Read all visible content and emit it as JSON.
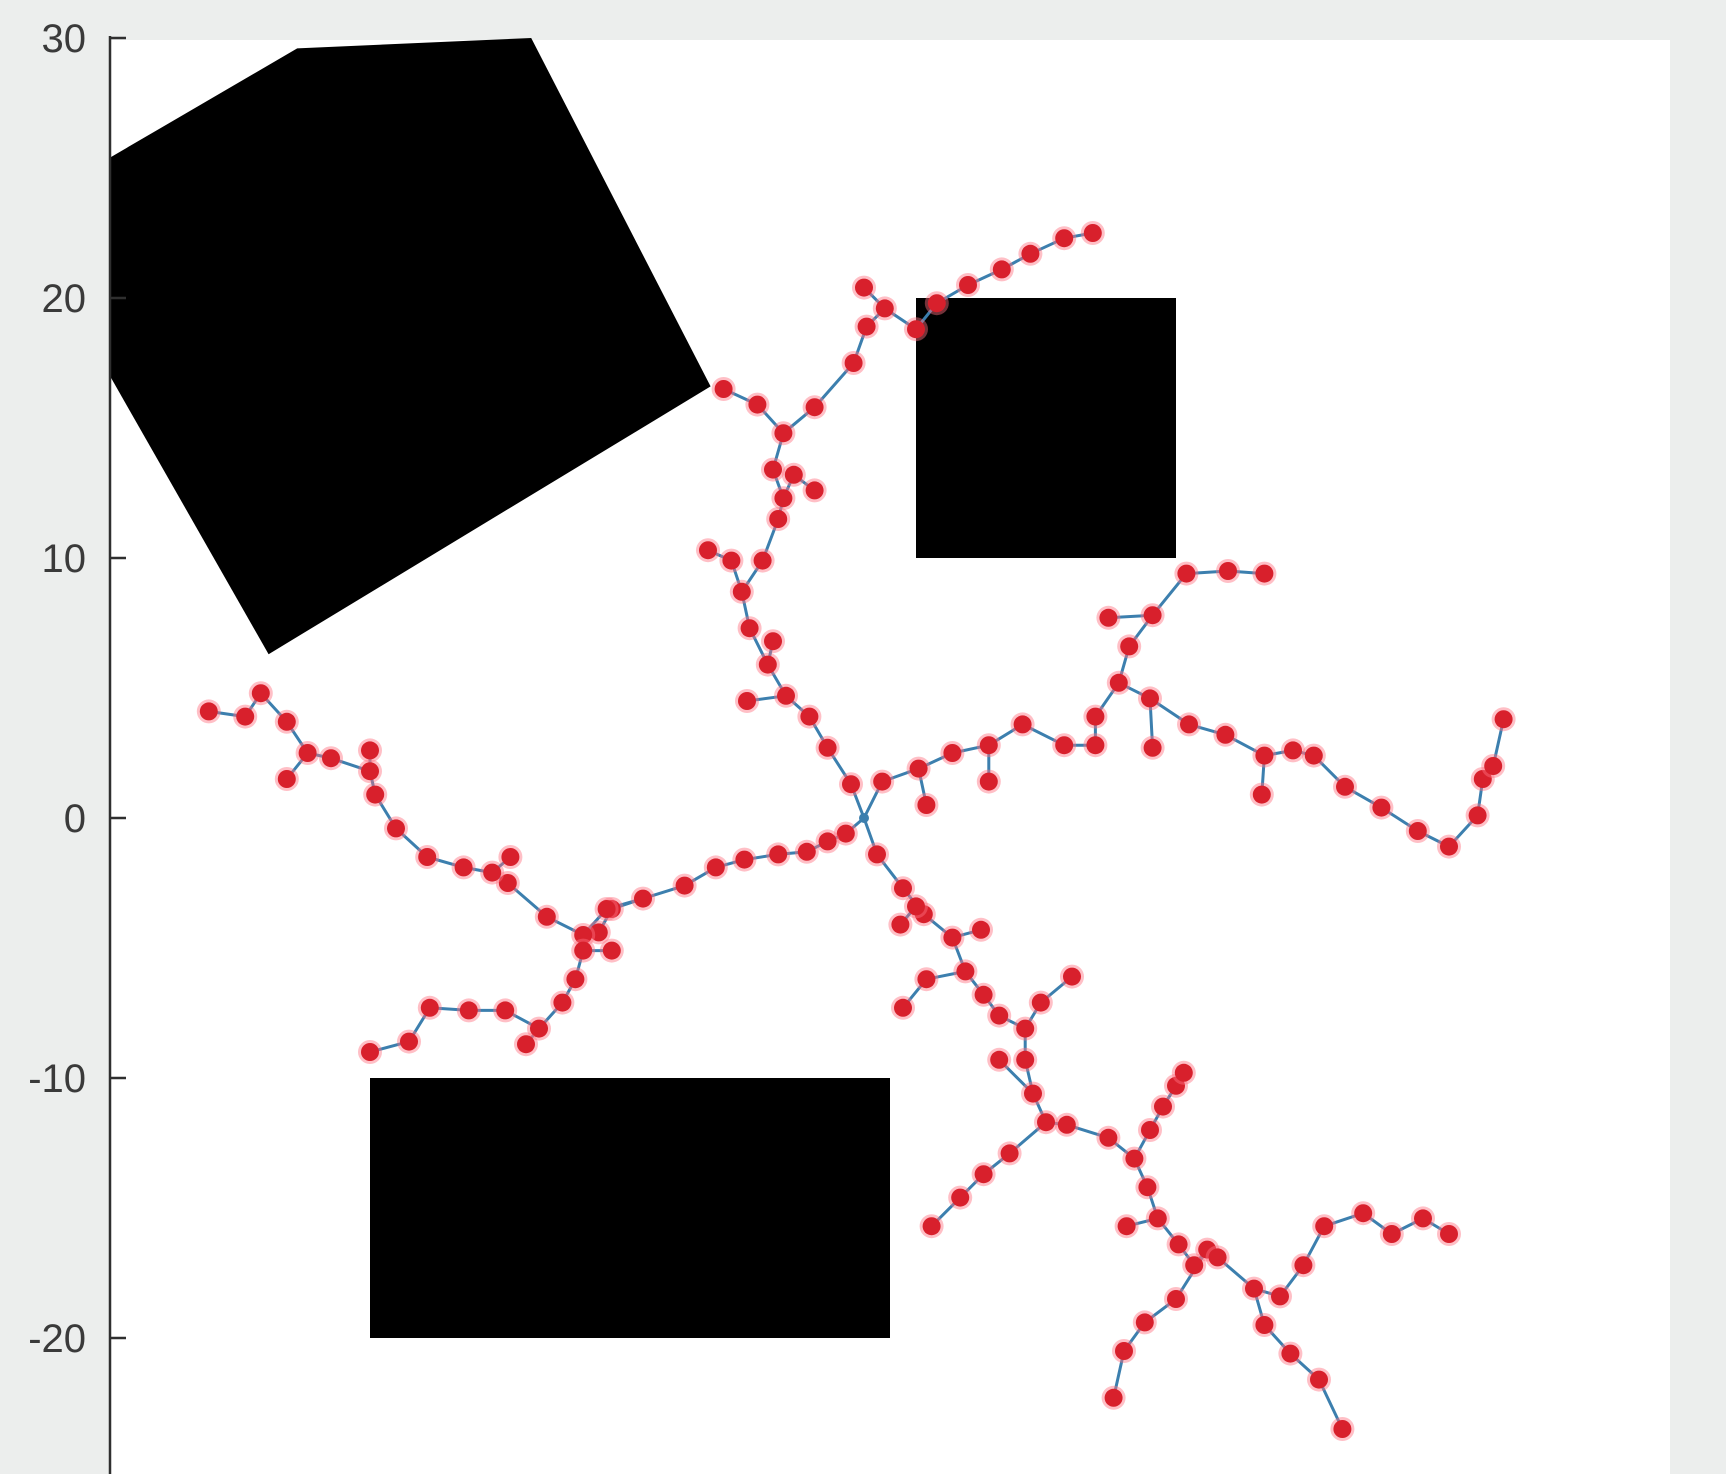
{
  "chart_data": {
    "type": "scatter",
    "title": "",
    "xlabel": "",
    "ylabel": "",
    "xlim": [
      -20,
      40
    ],
    "ylim": [
      -25,
      30
    ],
    "yticks": [
      30,
      20,
      10,
      0,
      -10,
      -20
    ],
    "ytick_labels": [
      "30",
      "20",
      "10",
      "0",
      "-10",
      "-20"
    ],
    "grid": false,
    "colors": {
      "edge": "#3c7fae",
      "node_fill": "#d8202c",
      "node_halo": "#ff7080",
      "obstacle": "#000000",
      "plot_background": "#ffffff",
      "figure_background": "#eceeed",
      "axis": "#2f2f2f"
    },
    "obstacles": [
      {
        "name": "pentagon",
        "points": [
          [
            -20,
            25.4
          ],
          [
            -12.8,
            29.6
          ],
          [
            -3.8,
            30
          ],
          [
            3.1,
            16.6
          ],
          [
            -13.9,
            6.3
          ],
          [
            -20,
            17.0
          ]
        ]
      },
      {
        "name": "square",
        "points": [
          [
            11,
            20
          ],
          [
            21,
            20
          ],
          [
            21,
            10
          ],
          [
            11,
            10
          ]
        ]
      },
      {
        "name": "rectangle",
        "points": [
          [
            -10,
            -10
          ],
          [
            10,
            -10
          ],
          [
            10,
            -20
          ],
          [
            -10,
            -20
          ]
        ]
      }
    ],
    "root": [
      9,
      0
    ],
    "branches": [
      [
        [
          9,
          0
        ],
        [
          9.7,
          1.4
        ],
        [
          11.1,
          1.9
        ],
        [
          12.4,
          2.5
        ],
        [
          13.8,
          2.8
        ],
        [
          15.1,
          3.6
        ],
        [
          16.7,
          2.8
        ],
        [
          17.9,
          2.8
        ],
        [
          17.9,
          3.9
        ],
        [
          18.8,
          5.2
        ],
        [
          19.2,
          6.6
        ],
        [
          20.1,
          7.8
        ],
        [
          21.4,
          9.4
        ],
        [
          23.0,
          9.5
        ],
        [
          24.4,
          9.4
        ]
      ],
      [
        [
          20.1,
          7.8
        ],
        [
          18.4,
          7.7
        ]
      ],
      [
        [
          18.8,
          5.2
        ],
        [
          20.0,
          4.6
        ],
        [
          20.1,
          2.7
        ]
      ],
      [
        [
          20.0,
          4.6
        ],
        [
          21.5,
          3.6
        ],
        [
          22.9,
          3.2
        ],
        [
          24.4,
          2.4
        ],
        [
          24.3,
          0.9
        ]
      ],
      [
        [
          24.4,
          2.4
        ],
        [
          25.5,
          2.6
        ],
        [
          26.3,
          2.4
        ],
        [
          27.5,
          1.2
        ],
        [
          28.9,
          0.4
        ],
        [
          30.3,
          -0.5
        ],
        [
          31.5,
          -1.1
        ],
        [
          32.6,
          0.1
        ],
        [
          32.8,
          1.5
        ],
        [
          33.2,
          2.0
        ],
        [
          33.6,
          3.8
        ]
      ],
      [
        [
          13.8,
          2.8
        ],
        [
          13.8,
          1.4
        ]
      ],
      [
        [
          11.1,
          1.9
        ],
        [
          11.4,
          0.5
        ]
      ],
      [
        [
          9,
          0
        ],
        [
          8.5,
          1.3
        ],
        [
          7.6,
          2.7
        ],
        [
          6.9,
          3.9
        ],
        [
          6.0,
          4.7
        ],
        [
          5.3,
          5.9
        ],
        [
          4.6,
          7.3
        ],
        [
          4.3,
          8.7
        ],
        [
          3.9,
          9.9
        ],
        [
          3.0,
          10.3
        ]
      ],
      [
        [
          6.0,
          4.7
        ],
        [
          4.5,
          4.5
        ]
      ],
      [
        [
          5.3,
          5.9
        ],
        [
          5.5,
          6.8
        ]
      ],
      [
        [
          4.3,
          8.7
        ],
        [
          5.1,
          9.9
        ],
        [
          5.7,
          11.5
        ],
        [
          5.9,
          12.3
        ],
        [
          6.3,
          13.2
        ],
        [
          7.1,
          12.6
        ]
      ],
      [
        [
          5.9,
          12.3
        ],
        [
          5.5,
          13.4
        ],
        [
          5.9,
          14.8
        ],
        [
          4.9,
          15.9
        ],
        [
          3.6,
          16.5
        ]
      ],
      [
        [
          5.9,
          14.8
        ],
        [
          7.1,
          15.8
        ],
        [
          8.6,
          17.5
        ],
        [
          9.1,
          18.9
        ],
        [
          9.8,
          19.6
        ],
        [
          9.0,
          20.4
        ]
      ],
      [
        [
          9.8,
          19.6
        ],
        [
          11.0,
          18.8
        ],
        [
          11.8,
          19.8
        ],
        [
          13.0,
          20.5
        ],
        [
          14.3,
          21.1
        ],
        [
          15.4,
          21.7
        ],
        [
          16.7,
          22.3
        ],
        [
          17.8,
          22.5
        ]
      ],
      [
        [
          9,
          0
        ],
        [
          8.3,
          -0.6
        ],
        [
          7.6,
          -0.9
        ],
        [
          6.8,
          -1.3
        ],
        [
          5.7,
          -1.4
        ],
        [
          4.4,
          -1.6
        ],
        [
          3.3,
          -1.9
        ],
        [
          2.1,
          -2.6
        ],
        [
          0.5,
          -3.1
        ],
        [
          -0.7,
          -3.5
        ],
        [
          -1.2,
          -4.4
        ]
      ],
      [
        [
          0.5,
          -3.1
        ],
        [
          -0.9,
          -3.5
        ],
        [
          -1.8,
          -4.5
        ],
        [
          -1.8,
          -5.1
        ],
        [
          -2.1,
          -6.2
        ],
        [
          -2.6,
          -7.1
        ],
        [
          -3.5,
          -8.1
        ],
        [
          -4.8,
          -7.4
        ],
        [
          -6.2,
          -7.4
        ],
        [
          -7.7,
          -7.3
        ],
        [
          -8.5,
          -8.6
        ],
        [
          -10.0,
          -9.0
        ]
      ],
      [
        [
          -3.5,
          -8.1
        ],
        [
          -4.0,
          -8.7
        ]
      ],
      [
        [
          -1.8,
          -5.1
        ],
        [
          -0.7,
          -5.1
        ]
      ],
      [
        [
          -1.8,
          -4.5
        ],
        [
          -3.2,
          -3.8
        ],
        [
          -4.7,
          -2.5
        ],
        [
          -5.3,
          -2.1
        ],
        [
          -6.4,
          -1.9
        ],
        [
          -7.8,
          -1.5
        ],
        [
          -9.0,
          -0.4
        ],
        [
          -9.8,
          0.9
        ],
        [
          -10.0,
          1.8
        ],
        [
          -11.5,
          2.3
        ],
        [
          -12.4,
          2.5
        ],
        [
          -13.2,
          3.7
        ],
        [
          -14.2,
          4.8
        ],
        [
          -14.8,
          3.9
        ],
        [
          -16.2,
          4.1
        ]
      ],
      [
        [
          -5.3,
          -2.1
        ],
        [
          -4.6,
          -1.5
        ]
      ],
      [
        [
          -10.0,
          1.8
        ],
        [
          -10.0,
          2.6
        ]
      ],
      [
        [
          -12.4,
          2.5
        ],
        [
          -13.2,
          1.5
        ]
      ],
      [
        [
          9,
          0
        ],
        [
          9.5,
          -1.4
        ],
        [
          10.5,
          -2.7
        ],
        [
          11.3,
          -3.7
        ],
        [
          12.4,
          -4.6
        ],
        [
          12.9,
          -5.9
        ],
        [
          13.6,
          -6.8
        ],
        [
          14.2,
          -7.6
        ],
        [
          15.2,
          -8.1
        ],
        [
          15.2,
          -9.3
        ],
        [
          15.5,
          -10.6
        ],
        [
          16.0,
          -11.7
        ],
        [
          16.8,
          -11.8
        ],
        [
          18.4,
          -12.3
        ],
        [
          19.4,
          -13.1
        ],
        [
          19.9,
          -14.2
        ],
        [
          20.3,
          -15.4
        ]
      ],
      [
        [
          11.3,
          -3.7
        ],
        [
          11.0,
          -3.4
        ],
        [
          10.4,
          -4.1
        ]
      ],
      [
        [
          12.4,
          -4.6
        ],
        [
          13.5,
          -4.3
        ]
      ],
      [
        [
          12.9,
          -5.9
        ],
        [
          11.4,
          -6.2
        ],
        [
          10.5,
          -7.3
        ]
      ],
      [
        [
          15.2,
          -8.1
        ],
        [
          15.8,
          -7.1
        ],
        [
          17.0,
          -6.1
        ]
      ],
      [
        [
          15.5,
          -10.6
        ],
        [
          14.2,
          -9.3
        ]
      ],
      [
        [
          16.0,
          -11.7
        ],
        [
          14.6,
          -12.9
        ],
        [
          13.6,
          -13.7
        ],
        [
          12.7,
          -14.6
        ],
        [
          11.6,
          -15.7
        ]
      ],
      [
        [
          19.4,
          -13.1
        ],
        [
          20.0,
          -12.0
        ],
        [
          20.5,
          -11.1
        ],
        [
          21.0,
          -10.3
        ],
        [
          21.3,
          -9.8
        ]
      ],
      [
        [
          20.3,
          -15.4
        ],
        [
          19.1,
          -15.7
        ]
      ],
      [
        [
          20.3,
          -15.4
        ],
        [
          21.1,
          -16.4
        ],
        [
          21.7,
          -17.2
        ],
        [
          22.2,
          -16.6
        ],
        [
          22.6,
          -16.9
        ],
        [
          24.0,
          -18.1
        ],
        [
          25.0,
          -18.4
        ],
        [
          25.9,
          -17.2
        ],
        [
          26.7,
          -15.7
        ],
        [
          28.2,
          -15.2
        ],
        [
          29.3,
          -16.0
        ],
        [
          30.5,
          -15.4
        ],
        [
          31.5,
          -16.0
        ]
      ],
      [
        [
          22.2,
          -16.6
        ],
        [
          21.0,
          -18.5
        ],
        [
          19.8,
          -19.4
        ],
        [
          19.0,
          -20.5
        ],
        [
          18.6,
          -22.3
        ]
      ],
      [
        [
          24.0,
          -18.1
        ],
        [
          24.4,
          -19.5
        ],
        [
          25.4,
          -20.6
        ],
        [
          26.5,
          -21.6
        ],
        [
          27.4,
          -23.5
        ]
      ]
    ]
  }
}
